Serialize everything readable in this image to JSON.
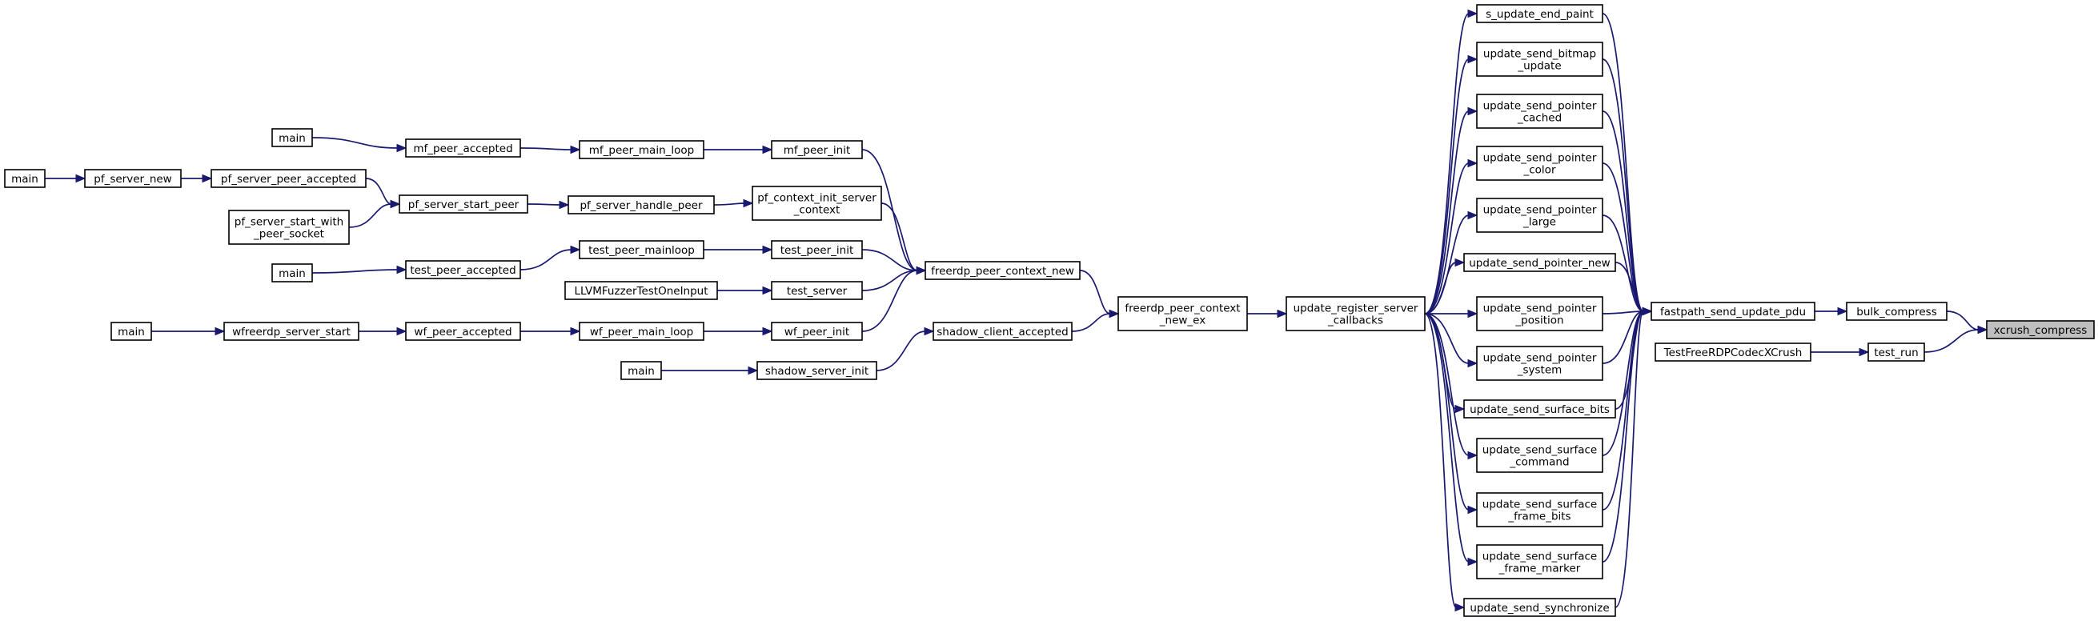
{
  "diagram": {
    "title": "",
    "colors": {
      "edge": "#191970",
      "highlight_fill": "#bfbfbf",
      "node_fill": "#ffffff",
      "node_stroke": "#000000"
    },
    "nodes": [
      {
        "id": "xcrush_compress",
        "lines": [
          "xcrush_compress"
        ],
        "highlight": true
      },
      {
        "id": "bulk_compress",
        "lines": [
          "bulk_compress"
        ]
      },
      {
        "id": "test_run",
        "lines": [
          "test_run"
        ]
      },
      {
        "id": "fastpath_send_update_pdu",
        "lines": [
          "fastpath_send_update_pdu"
        ]
      },
      {
        "id": "TestFreeRDPCodecXCrush",
        "lines": [
          "TestFreeRDPCodecXCrush"
        ]
      },
      {
        "id": "s_update_end_paint",
        "lines": [
          "s_update_end_paint"
        ]
      },
      {
        "id": "update_send_bitmap_update",
        "lines": [
          "update_send_bitmap",
          "_update"
        ]
      },
      {
        "id": "update_send_pointer_cached",
        "lines": [
          "update_send_pointer",
          "_cached"
        ]
      },
      {
        "id": "update_send_pointer_color",
        "lines": [
          "update_send_pointer",
          "_color"
        ]
      },
      {
        "id": "update_send_pointer_large",
        "lines": [
          "update_send_pointer",
          "_large"
        ]
      },
      {
        "id": "update_send_pointer_new",
        "lines": [
          "update_send_pointer_new"
        ]
      },
      {
        "id": "update_send_pointer_position",
        "lines": [
          "update_send_pointer",
          "_position"
        ]
      },
      {
        "id": "update_send_pointer_system",
        "lines": [
          "update_send_pointer",
          "_system"
        ]
      },
      {
        "id": "update_send_surface_bits",
        "lines": [
          "update_send_surface_bits"
        ]
      },
      {
        "id": "update_send_surface_command",
        "lines": [
          "update_send_surface",
          "_command"
        ]
      },
      {
        "id": "update_send_surface_frame_bits",
        "lines": [
          "update_send_surface",
          "_frame_bits"
        ]
      },
      {
        "id": "update_send_surface_frame_marker",
        "lines": [
          "update_send_surface",
          "_frame_marker"
        ]
      },
      {
        "id": "update_send_synchronize",
        "lines": [
          "update_send_synchronize"
        ]
      },
      {
        "id": "update_register_server_callbacks",
        "lines": [
          "update_register_server",
          "_callbacks"
        ]
      },
      {
        "id": "freerdp_peer_context_new_ex",
        "lines": [
          "freerdp_peer_context",
          "_new_ex"
        ]
      },
      {
        "id": "freerdp_peer_context_new",
        "lines": [
          "freerdp_peer_context_new"
        ]
      },
      {
        "id": "shadow_client_accepted",
        "lines": [
          "shadow_client_accepted"
        ]
      },
      {
        "id": "mf_peer_init",
        "lines": [
          "mf_peer_init"
        ]
      },
      {
        "id": "pf_context_init_server_context",
        "lines": [
          "pf_context_init_server",
          "_context"
        ]
      },
      {
        "id": "test_peer_init",
        "lines": [
          "test_peer_init"
        ]
      },
      {
        "id": "test_server",
        "lines": [
          "test_server"
        ]
      },
      {
        "id": "wf_peer_init",
        "lines": [
          "wf_peer_init"
        ]
      },
      {
        "id": "shadow_server_init",
        "lines": [
          "shadow_server_init"
        ]
      },
      {
        "id": "mf_peer_main_loop",
        "lines": [
          "mf_peer_main_loop"
        ]
      },
      {
        "id": "pf_server_handle_peer",
        "lines": [
          "pf_server_handle_peer"
        ]
      },
      {
        "id": "test_peer_mainloop",
        "lines": [
          "test_peer_mainloop"
        ]
      },
      {
        "id": "LLVMFuzzerTestOneInput",
        "lines": [
          "LLVMFuzzerTestOneInput"
        ]
      },
      {
        "id": "wf_peer_main_loop",
        "lines": [
          "wf_peer_main_loop"
        ]
      },
      {
        "id": "main_shadow",
        "lines": [
          "main"
        ]
      },
      {
        "id": "mf_peer_accepted",
        "lines": [
          "mf_peer_accepted"
        ]
      },
      {
        "id": "pf_server_start_peer",
        "lines": [
          "pf_server_start_peer"
        ]
      },
      {
        "id": "test_peer_accepted",
        "lines": [
          "test_peer_accepted"
        ]
      },
      {
        "id": "wf_peer_accepted",
        "lines": [
          "wf_peer_accepted"
        ]
      },
      {
        "id": "main_mf",
        "lines": [
          "main"
        ]
      },
      {
        "id": "pf_server_peer_accepted",
        "lines": [
          "pf_server_peer_accepted"
        ]
      },
      {
        "id": "pf_server_start_with_peer_socket",
        "lines": [
          "pf_server_start_with",
          "_peer_socket"
        ]
      },
      {
        "id": "main_test",
        "lines": [
          "main"
        ]
      },
      {
        "id": "wfreerdp_server_start",
        "lines": [
          "wfreerdp_server_start"
        ]
      },
      {
        "id": "pf_server_new",
        "lines": [
          "pf_server_new"
        ]
      },
      {
        "id": "main_wf",
        "lines": [
          "main"
        ]
      },
      {
        "id": "main_pf",
        "lines": [
          "main"
        ]
      }
    ],
    "edges": [
      [
        "bulk_compress",
        "xcrush_compress"
      ],
      [
        "test_run",
        "xcrush_compress"
      ],
      [
        "fastpath_send_update_pdu",
        "bulk_compress"
      ],
      [
        "TestFreeRDPCodecXCrush",
        "test_run"
      ],
      [
        "s_update_end_paint",
        "fastpath_send_update_pdu"
      ],
      [
        "update_send_bitmap_update",
        "fastpath_send_update_pdu"
      ],
      [
        "update_send_pointer_cached",
        "fastpath_send_update_pdu"
      ],
      [
        "update_send_pointer_color",
        "fastpath_send_update_pdu"
      ],
      [
        "update_send_pointer_large",
        "fastpath_send_update_pdu"
      ],
      [
        "update_send_pointer_new",
        "fastpath_send_update_pdu"
      ],
      [
        "update_send_pointer_position",
        "fastpath_send_update_pdu"
      ],
      [
        "update_send_pointer_system",
        "fastpath_send_update_pdu"
      ],
      [
        "update_send_surface_bits",
        "fastpath_send_update_pdu"
      ],
      [
        "update_send_surface_command",
        "fastpath_send_update_pdu"
      ],
      [
        "update_send_surface_frame_bits",
        "fastpath_send_update_pdu"
      ],
      [
        "update_send_surface_frame_marker",
        "fastpath_send_update_pdu"
      ],
      [
        "update_send_synchronize",
        "fastpath_send_update_pdu"
      ],
      [
        "update_register_server_callbacks",
        "s_update_end_paint"
      ],
      [
        "update_register_server_callbacks",
        "update_send_bitmap_update"
      ],
      [
        "update_register_server_callbacks",
        "update_send_pointer_cached"
      ],
      [
        "update_register_server_callbacks",
        "update_send_pointer_color"
      ],
      [
        "update_register_server_callbacks",
        "update_send_pointer_large"
      ],
      [
        "update_register_server_callbacks",
        "update_send_pointer_new"
      ],
      [
        "update_register_server_callbacks",
        "update_send_pointer_position"
      ],
      [
        "update_register_server_callbacks",
        "update_send_pointer_system"
      ],
      [
        "update_register_server_callbacks",
        "update_send_surface_bits"
      ],
      [
        "update_register_server_callbacks",
        "update_send_surface_command"
      ],
      [
        "update_register_server_callbacks",
        "update_send_surface_frame_bits"
      ],
      [
        "update_register_server_callbacks",
        "update_send_surface_frame_marker"
      ],
      [
        "update_register_server_callbacks",
        "update_send_synchronize"
      ],
      [
        "freerdp_peer_context_new_ex",
        "update_register_server_callbacks"
      ],
      [
        "freerdp_peer_context_new",
        "freerdp_peer_context_new_ex"
      ],
      [
        "shadow_client_accepted",
        "freerdp_peer_context_new_ex"
      ],
      [
        "mf_peer_init",
        "freerdp_peer_context_new"
      ],
      [
        "pf_context_init_server_context",
        "freerdp_peer_context_new"
      ],
      [
        "test_peer_init",
        "freerdp_peer_context_new"
      ],
      [
        "test_server",
        "freerdp_peer_context_new"
      ],
      [
        "wf_peer_init",
        "freerdp_peer_context_new"
      ],
      [
        "shadow_server_init",
        "shadow_client_accepted"
      ],
      [
        "mf_peer_main_loop",
        "mf_peer_init"
      ],
      [
        "pf_server_handle_peer",
        "pf_context_init_server_context"
      ],
      [
        "test_peer_mainloop",
        "test_peer_init"
      ],
      [
        "LLVMFuzzerTestOneInput",
        "test_server"
      ],
      [
        "wf_peer_main_loop",
        "wf_peer_init"
      ],
      [
        "main_shadow",
        "shadow_server_init"
      ],
      [
        "mf_peer_accepted",
        "mf_peer_main_loop"
      ],
      [
        "pf_server_start_peer",
        "pf_server_handle_peer"
      ],
      [
        "test_peer_accepted",
        "test_peer_mainloop"
      ],
      [
        "wf_peer_accepted",
        "wf_peer_main_loop"
      ],
      [
        "main_mf",
        "mf_peer_accepted"
      ],
      [
        "pf_server_peer_accepted",
        "pf_server_start_peer"
      ],
      [
        "pf_server_start_with_peer_socket",
        "pf_server_start_peer"
      ],
      [
        "main_test",
        "test_peer_accepted"
      ],
      [
        "wfreerdp_server_start",
        "wf_peer_accepted"
      ],
      [
        "pf_server_new",
        "pf_server_peer_accepted"
      ],
      [
        "main_wf",
        "wfreerdp_server_start"
      ],
      [
        "main_pf",
        "pf_server_new"
      ]
    ]
  }
}
